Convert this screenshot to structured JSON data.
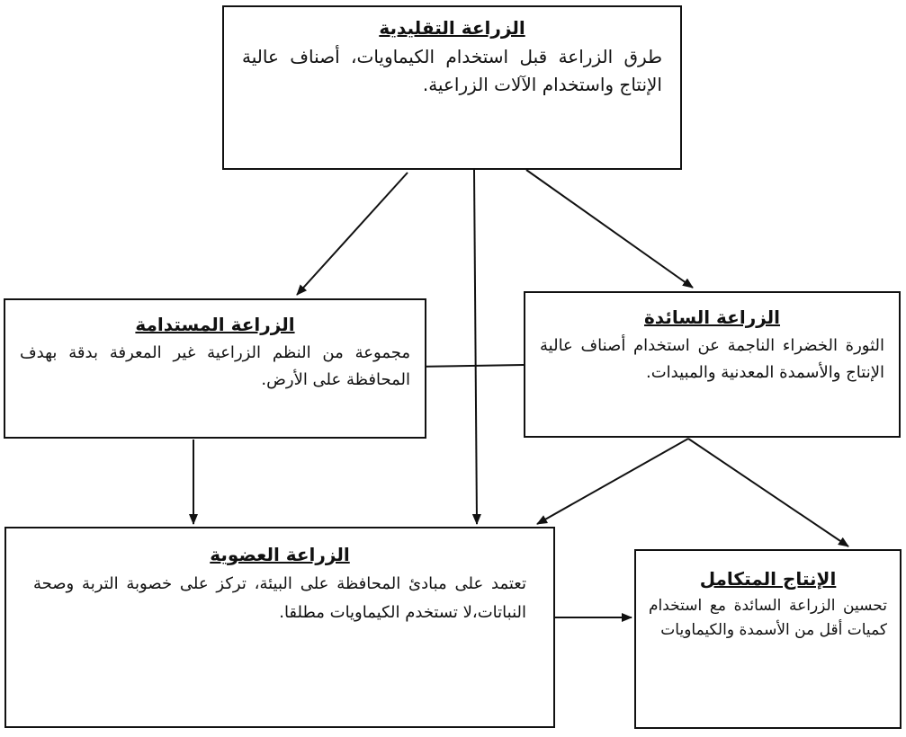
{
  "nodes": {
    "traditional": {
      "title": "الزراعة التقليدية",
      "desc": "طرق الزراعة قبل استخدام الكيماويات، أصناف عالية الإنتاج واستخدام الآلات الزراعية."
    },
    "sustainable": {
      "title": "الزراعة المستدامة",
      "desc": "مجموعة من النظم الزراعية غير المعرفة بدقة بهدف المحافظة على الأرض."
    },
    "mainstream": {
      "title": "الزراعة السائدة",
      "desc": "الثورة الخضراء الناجمة عن استخدام أصناف عالية الإنتاج والأسمدة المعدنية والمبيدات."
    },
    "organic": {
      "title": "الزراعة العضوية",
      "desc": "تعتمد على مبادئ المحافظة على البيئة، تركز على خصوبة التربة وصحة النباتات،لا تستخدم الكيماويات مطلقا."
    },
    "integrated": {
      "title": "الإنتاج المتكامل",
      "desc": "تحسين الزراعة السائدة مع استخدام كميات أقل من الأسمدة والكيماويات"
    }
  },
  "edges": [
    {
      "from": "traditional",
      "to": "sustainable"
    },
    {
      "from": "traditional",
      "to": "organic"
    },
    {
      "from": "traditional",
      "to": "mainstream"
    },
    {
      "from": "mainstream",
      "to": "sustainable"
    },
    {
      "from": "sustainable",
      "to": "organic"
    },
    {
      "from": "mainstream",
      "to": "organic"
    },
    {
      "from": "mainstream",
      "to": "integrated"
    },
    {
      "from": "organic",
      "to": "integrated"
    }
  ]
}
